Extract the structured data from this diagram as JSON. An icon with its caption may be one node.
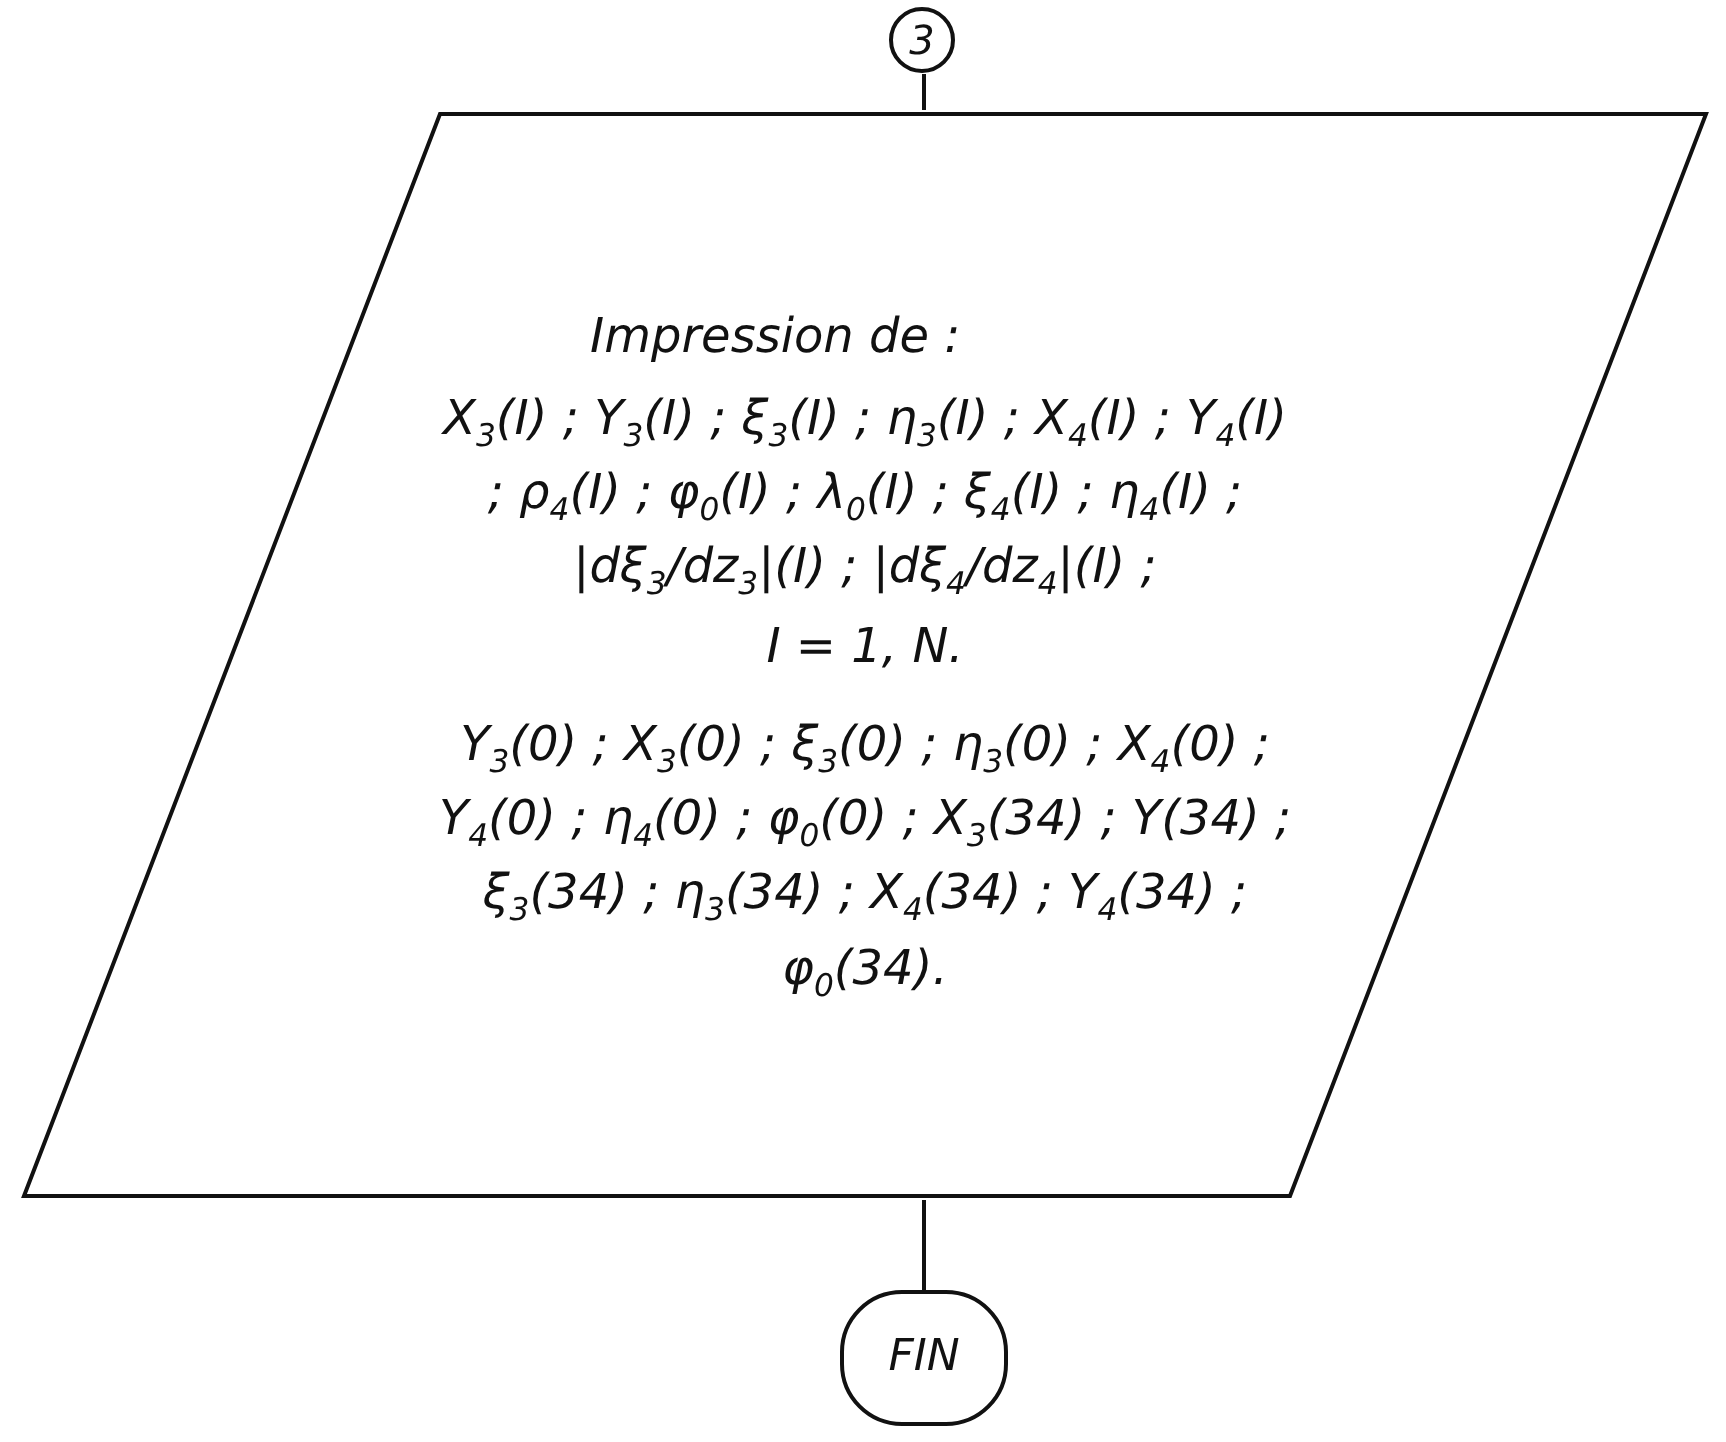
{
  "diagram": {
    "nodes": [
      {
        "text": [
          "3"
        ]
      },
      {
        "text": [
          "Impression de :",
          "X$_{3}$(I) ; Y$_{3}$(I) ; ξ$_{3}$(I) ; η$_{3}$(I) ; X$_{4}$(I) ; Y$_{4}$(I) ; ρ$_{4}$(I) ; φ$_{0}$(I) ; λ$_{0}$(I) ; ξ$_{4}$(I) ; η$_{4}$(I) ; |dξ$_{3}$/dz$_{3}$|(I) ; |dξ$_{4}$/dz$_{4}$|(I) ;",
          "I = 1, N.",
          "Y$_{3}$(0) ; X$_{3}$(0) ; ξ$_{3}$(0) ; η$_{3}$(0) ; X$_{4}$(0) ; Y$_{4}$(0) ; η$_{4}$(0) ; φ$_{0}$(0) ; X$_{3}$(34) ; Y(34) ; ξ$_{3}$(34) ; η$_{3}$(34) ; X$_{4}$(34) ; Y$_{4}$(34) ; φ$_{0}$(34)."
        ]
      },
      {
        "text": [
          "FIN"
        ]
      }
    ],
    "edges": [
      {
        "from": 0,
        "to": 1,
        "arrow": "none"
      },
      {
        "from": 1,
        "to": 2,
        "arrow": "none"
      }
    ]
  }
}
